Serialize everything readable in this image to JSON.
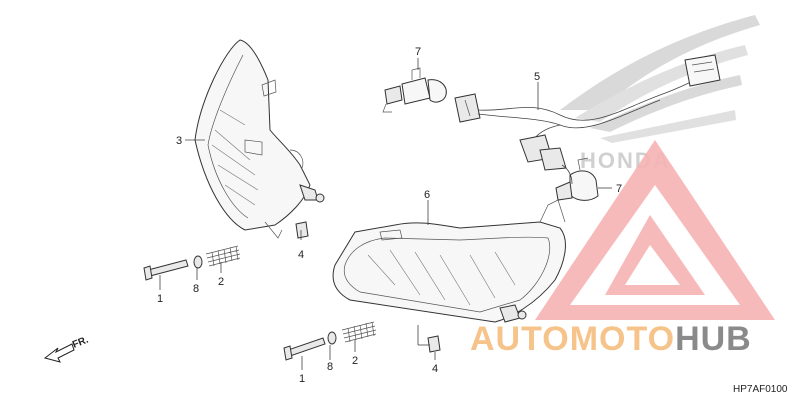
{
  "callouts": {
    "c1a": "1",
    "c1b": "1",
    "c2a": "2",
    "c2b": "2",
    "c3": "3",
    "c4a": "4",
    "c4b": "4",
    "c5": "5",
    "c6": "6",
    "c7a": "7",
    "c7b": "7",
    "c8a": "8",
    "c8b": "8"
  },
  "direction": {
    "label": "FR."
  },
  "diagram_code": "HP7AF0100",
  "watermark": {
    "brand_logo": "HONDA",
    "text_part1": "AUTOMOTO",
    "text_part2": "HUB",
    "color_accent": "#f4a3a3",
    "color_text1": "#f6c48a",
    "color_text2": "#8a8a8a"
  }
}
